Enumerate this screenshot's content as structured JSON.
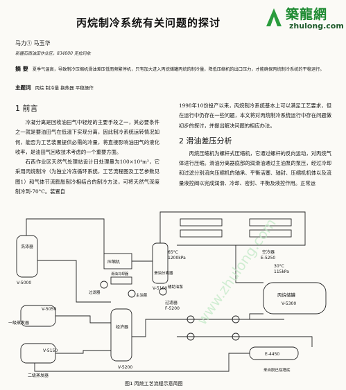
{
  "title": "丙烷制冷系统有关问题的探讨",
  "logo": {
    "cn": "築龍網",
    "en": "zhulong.com"
  },
  "authors": "马力① 马玉华",
  "affiliation": "新疆石西油田作业区，834000  克拉玛依",
  "abstract_label": "摘  要",
  "abstract_text": "夏季气温高，导致制冷压缩机滑油差压低而频繁停机，只有加大进入丙烷储罐丙烷的制冷量，降低压缩机的出口压力，才能确保丙烷制冷系统的平稳运行。",
  "keywords_label": "主题词",
  "keywords_text": "丙烷   制冷量   换热器   平稳操作",
  "sec1_title": "1  前言",
  "sec1_p1": "冷凝分离是回收油田气中轻烃的主要手段之一，其必要条件之一就是要油田气在低温下实现分离，因此制冷系统运转情况如何，能否为工艺装置提供必需的冷量，将直接影响油田气的液化收率，是油田气回收技术考虑的一个重要方面。",
  "sec1_p2": "石西作业区天然气处理站设计日处理量为100×10⁴m³，它采用丙烷制冷（为独立冷冻循环系统，工艺流程图及工艺参数见图1）和气体节流膨胀制冷相结合的制冷方法，可将天然气深度制冷到-70°C。装置自",
  "right_p1": "1998年10份投产以来，丙烷制冷系统基本上可以满足工艺要求，但在运行中仍存在一些问题，本文将对丙烷制冷系统运行中存在问题做初步的探讨，并提出解决问题的相应办法。",
  "sec2_title": "2  滑油差压分析",
  "sec2_p1": "丙烷压缩机为螺杆式压缩机，它通过螺杆的反向运动，对丙烷气体进行压缩。滑油分离器底部的润滑油通过主油泵的泵压，经过冷却和过滤分别流向压缩机的轴承、平衡活塞、轴封、压缩机机体以及流量液控阀以完成润滑、冷却、密封、平衡及液控作用。正常运",
  "watermark": "www.zhulong.com",
  "figure": {
    "caption": "图1   丙烷工艺流程示意简图",
    "labels": {
      "washer": "洗涤器",
      "v5000": "V-5000",
      "v5050": "V-5050",
      "econ1": "一级蒸发器",
      "v5150": "V-5150",
      "econ2": "二级蒸发器",
      "economizer": "经济器",
      "v5200": "V-5200",
      "compressor": "压缩机",
      "separator": "滑油分离器",
      "filter": "过滤器",
      "cooler": "滑油冷却器",
      "pump": "主油泵",
      "aux_pump": "辅助油泵",
      "v5100": "V-5100",
      "temp_press": "65°C",
      "press1": "1200kPa",
      "aircooler": "空冷器",
      "e5250": "E-5250",
      "aircooler2": "过滤器",
      "f5200": "F-5200",
      "t30": "30°C",
      "p115": "115kPa",
      "tank": "丙烷储罐",
      "v5300": "V-5300",
      "e4450": "E-4450",
      "from": "来自脱已烷塔底"
    }
  }
}
